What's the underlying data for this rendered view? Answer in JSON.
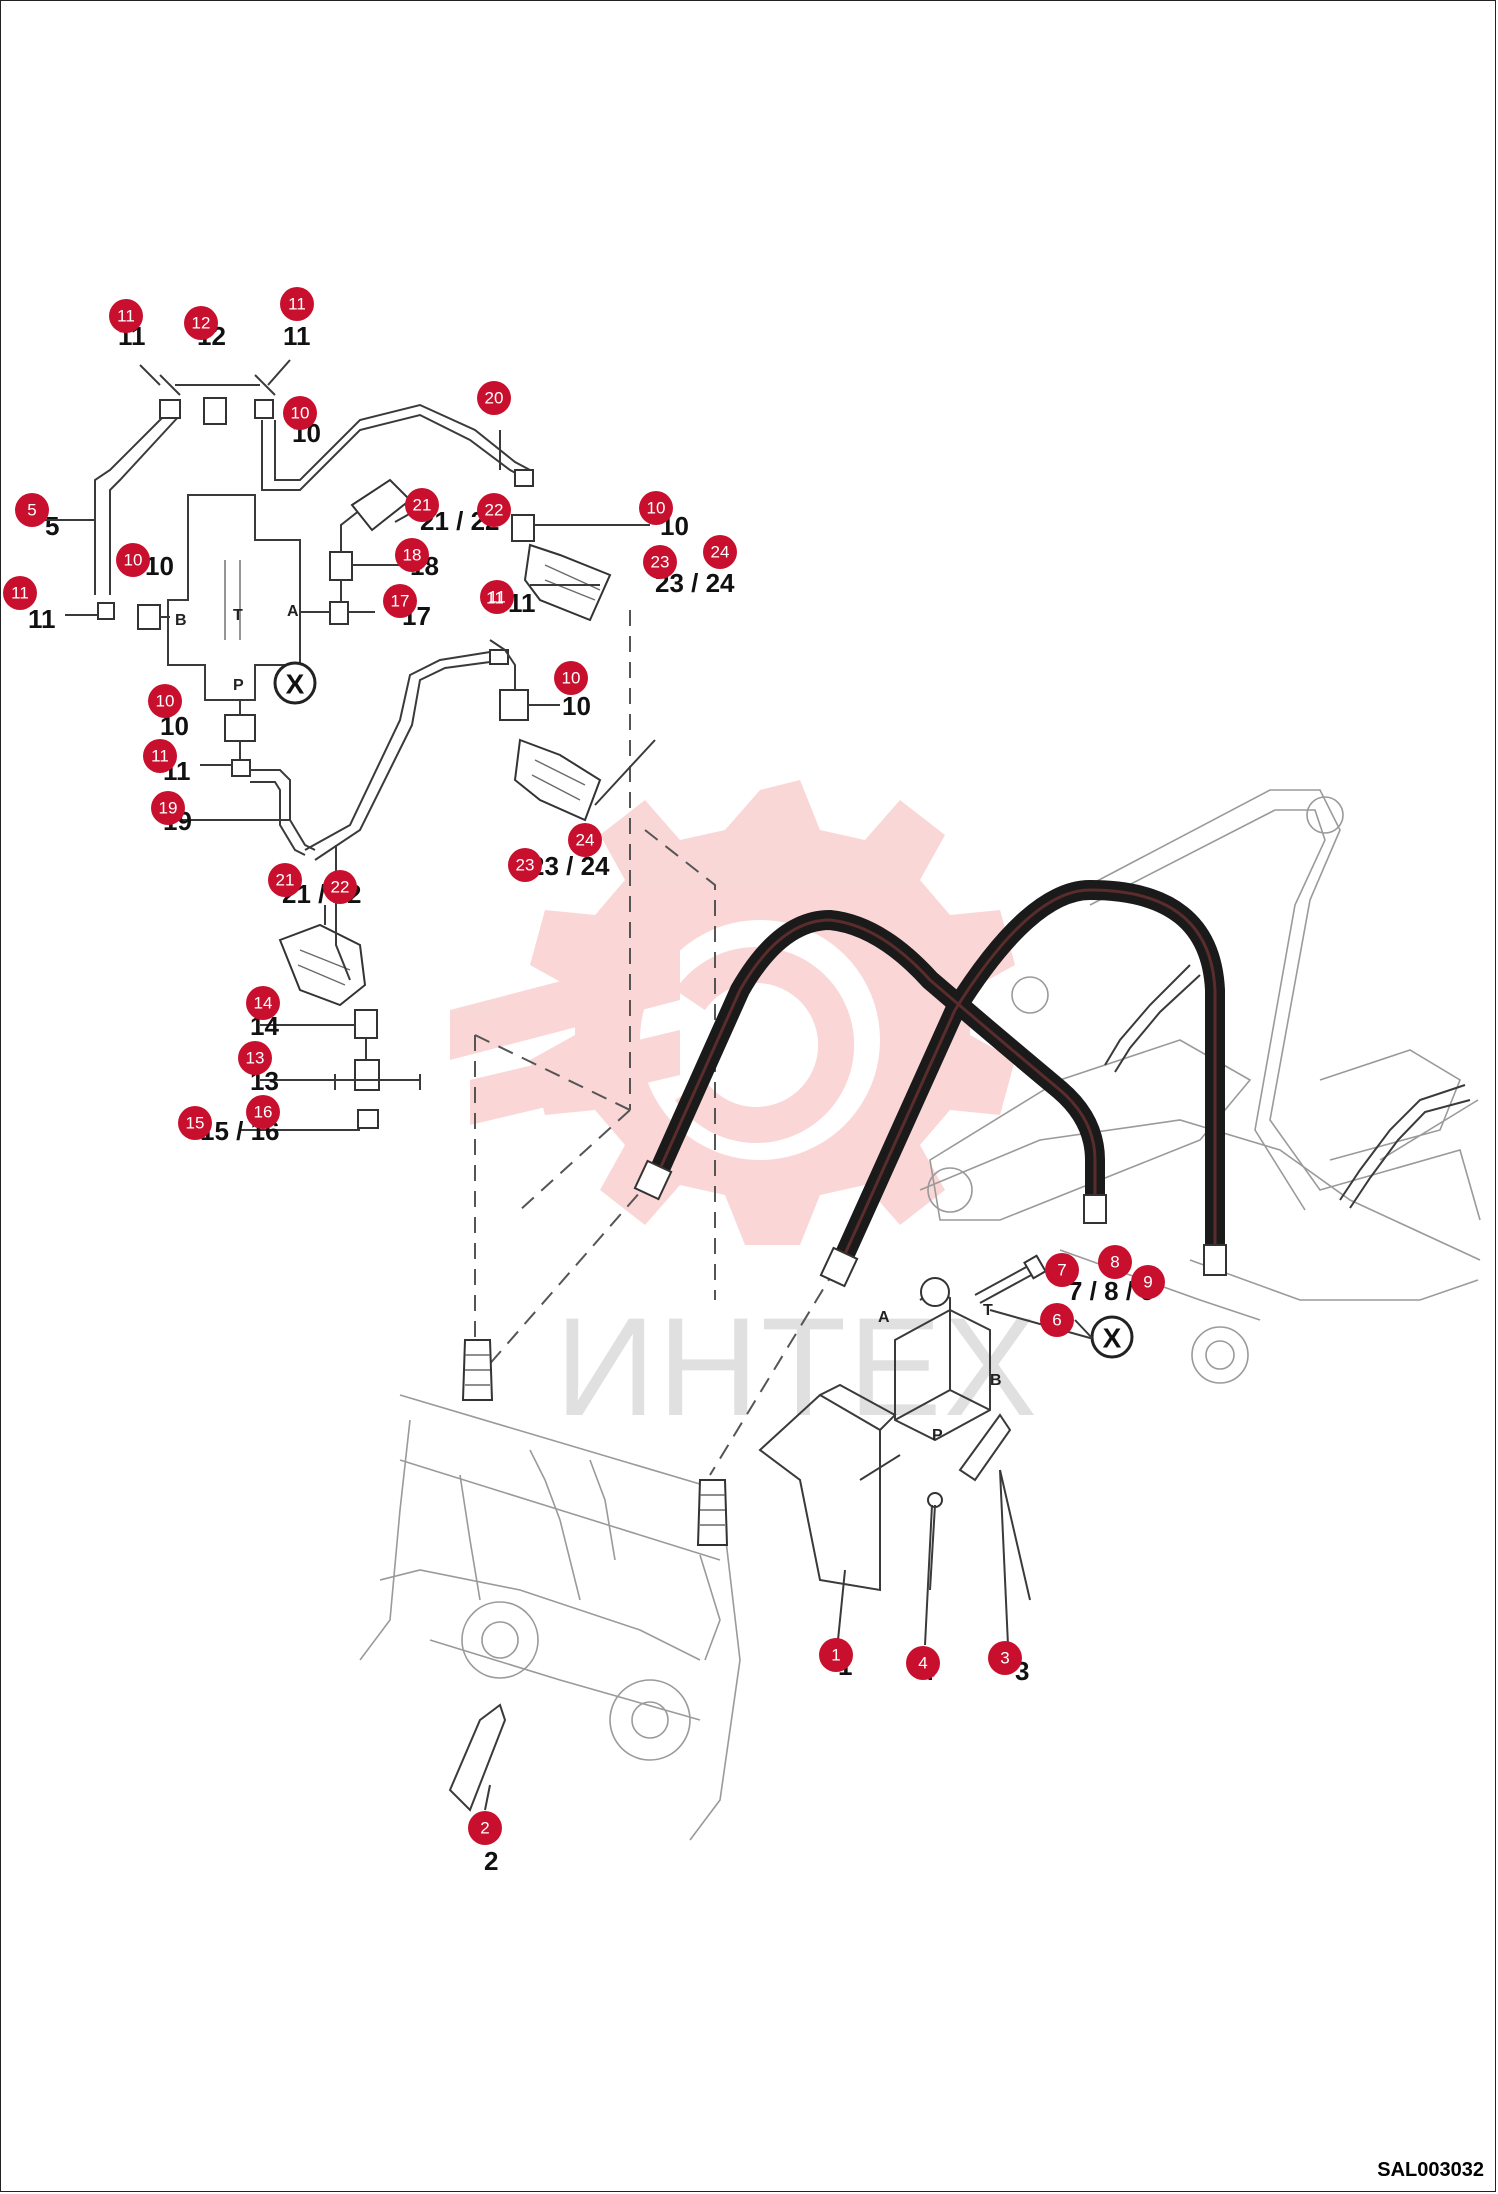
{
  "drawing_number": "SAL003032",
  "watermark": "ИНТЕХ",
  "colors": {
    "callout": "#c8102e",
    "watermark": "#f28c8c"
  },
  "ports": [
    "T",
    "A",
    "B",
    "P",
    "A",
    "T",
    "B",
    "P"
  ],
  "callouts": [
    "11",
    "12",
    "11",
    "10",
    "20",
    "5",
    "21",
    "22",
    "10",
    "18",
    "24",
    "23",
    "10",
    "11",
    "11",
    "17",
    "11",
    "10",
    "10",
    "11",
    "19",
    "24",
    "23",
    "21",
    "22",
    "14",
    "13",
    "16",
    "15",
    "7",
    "8",
    "9",
    "6",
    "1",
    "4",
    "3",
    "2"
  ],
  "labels": [
    "11",
    "12",
    "11",
    "10",
    "5",
    "10",
    "11",
    "21 / 22",
    "10",
    "18",
    "23 / 24",
    "17",
    "11",
    "10",
    "10",
    "11",
    "19",
    "23 / 24",
    "21 / 22",
    "14",
    "13",
    "15 / 16",
    "7 / 8 / 9",
    "1",
    "4",
    "3",
    "2"
  ]
}
